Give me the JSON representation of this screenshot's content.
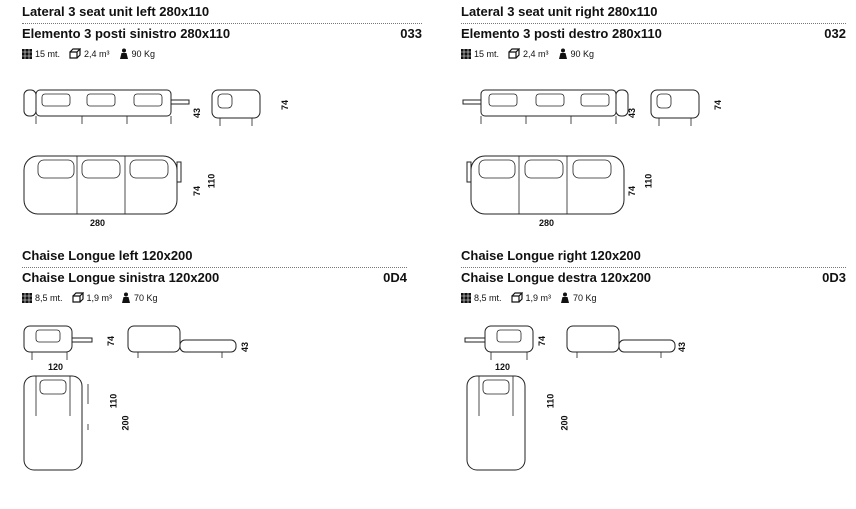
{
  "products": [
    {
      "title_en": "Lateral 3 seat unit left 280x110",
      "title_it": "Elemento 3 posti sinistro 280x110",
      "code": "033",
      "specs": {
        "fabric": "15 mt.",
        "volume": "2,4 m³",
        "weight": "90 Kg"
      },
      "dims": {
        "width": "280",
        "depth": "110",
        "height": "74",
        "seat": "43"
      }
    },
    {
      "title_en": "Lateral 3 seat unit right 280x110",
      "title_it": "Elemento 3 posti destro 280x110",
      "code": "032",
      "specs": {
        "fabric": "15 mt.",
        "volume": "2,4 m³",
        "weight": "90 Kg"
      },
      "dims": {
        "width": "280",
        "depth": "110",
        "height": "74",
        "seat": "43"
      }
    },
    {
      "title_en": "Chaise Longue left 120x200",
      "title_it": "Chaise Longue sinistra 120x200",
      "code": "0D4",
      "specs": {
        "fabric": "8,5 mt.",
        "volume": "1,9 m³",
        "weight": "70 Kg"
      },
      "dims": {
        "width": "120",
        "depth": "110",
        "length": "200",
        "height": "74",
        "seat": "43"
      }
    },
    {
      "title_en": "Chaise Longue right 120x200",
      "title_it": "Chaise Longue destra 120x200",
      "code": "0D3",
      "specs": {
        "fabric": "8,5 mt.",
        "volume": "1,9 m³",
        "weight": "70 Kg"
      },
      "dims": {
        "width": "120",
        "depth": "110",
        "length": "200",
        "height": "74",
        "seat": "43"
      }
    }
  ],
  "icons": {
    "fabric": "fabric-swatch-icon",
    "volume": "box-volume-icon",
    "weight": "weight-icon"
  }
}
